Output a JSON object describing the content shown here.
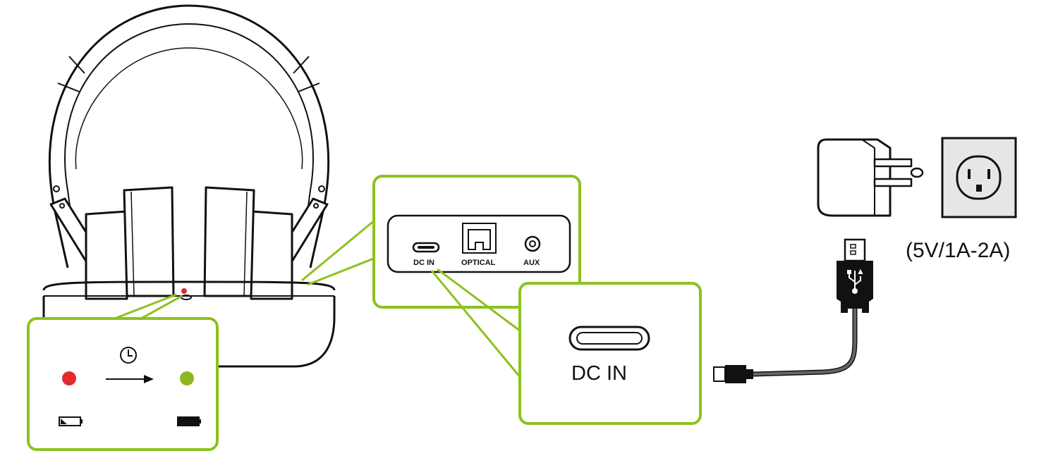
{
  "labels": {
    "dc_in_small": "DC IN",
    "optical_small": "OPTICAL",
    "aux_small": "AUX",
    "dc_in_large": "DC IN",
    "power_spec": "(5V/1A-2A)"
  },
  "colors": {
    "callout_border": "#8cc21f",
    "led_red": "#e32b2b",
    "led_green": "#8ab91e",
    "outline": "#111111",
    "outlet_fill": "#e6e6e6",
    "cable": "#666666"
  },
  "icons": {
    "timer": "clock-icon",
    "battery_low": "battery-low-icon",
    "battery_full": "battery-full-icon",
    "usb": "usb-icon",
    "outlet": "wall-outlet-icon"
  }
}
